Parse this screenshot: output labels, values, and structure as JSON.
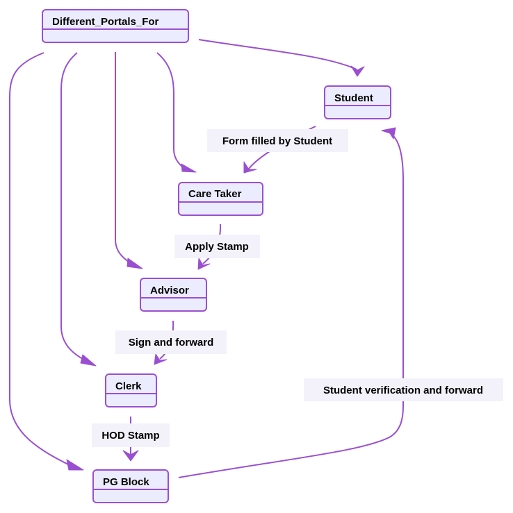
{
  "diagram": {
    "colors": {
      "node_fill": "#ECECFF",
      "node_stroke": "#9A4FD1",
      "edge_stroke": "#9A4FD1",
      "label_background": "#F3F2FB",
      "text": "#000000"
    },
    "nodes": {
      "portals": "Different_Portals_For",
      "student": "Student",
      "caretaker": "Care Taker",
      "advisor": "Advisor",
      "clerk": "Clerk",
      "pgblock": "PG Block"
    },
    "edges": [
      {
        "from": "portals",
        "to": "student",
        "label": ""
      },
      {
        "from": "portals",
        "to": "caretaker",
        "label": ""
      },
      {
        "from": "portals",
        "to": "advisor",
        "label": ""
      },
      {
        "from": "portals",
        "to": "clerk",
        "label": ""
      },
      {
        "from": "portals",
        "to": "pgblock",
        "label": ""
      },
      {
        "from": "student",
        "to": "caretaker",
        "label": "Form filled by Student"
      },
      {
        "from": "caretaker",
        "to": "advisor",
        "label": "Apply Stamp"
      },
      {
        "from": "advisor",
        "to": "clerk",
        "label": "Sign and forward"
      },
      {
        "from": "clerk",
        "to": "pgblock",
        "label": "HOD Stamp"
      },
      {
        "from": "pgblock",
        "to": "student",
        "label": "Student verification and forward"
      }
    ]
  }
}
